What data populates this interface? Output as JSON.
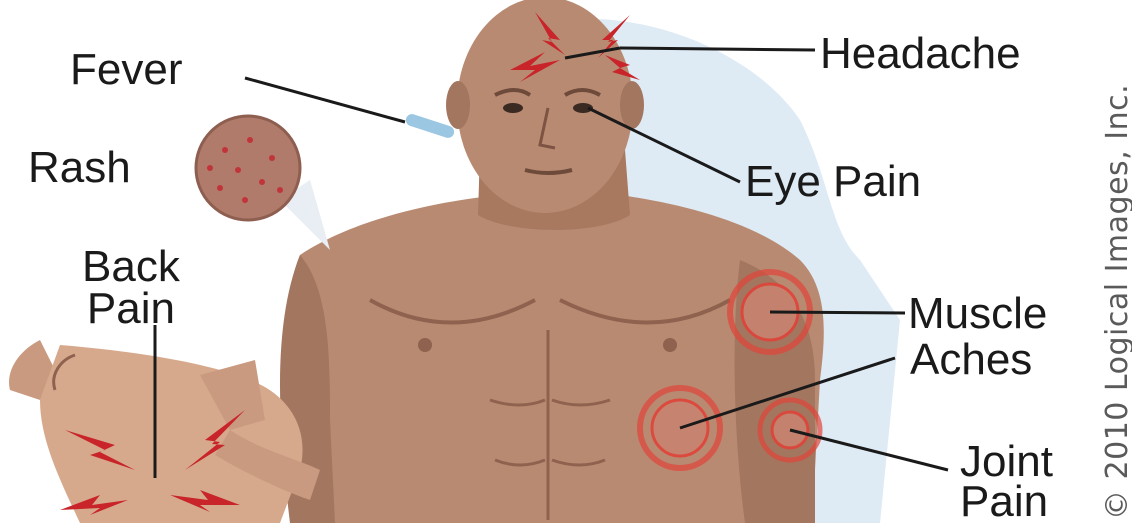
{
  "labels": {
    "fever": "Fever",
    "headache": "Headache",
    "rash": "Rash",
    "eye_pain": "Eye Pain",
    "back_pain_line1": "Back",
    "back_pain_line2": "Pain",
    "muscle_aches_line1": "Muscle",
    "muscle_aches_line2": "Aches",
    "joint_pain_line1": "Joint",
    "joint_pain_line2": "Pain"
  },
  "copyright": "© 2010 Logical Images, Inc.",
  "colors": {
    "skin": "#b98a72",
    "skin_shadow": "#9c6e58",
    "pain_bolt": "#c8242a",
    "pain_ring": "#e0443a",
    "shadow_blue": "#cfe0ef",
    "label_text": "#1a1a1a"
  }
}
